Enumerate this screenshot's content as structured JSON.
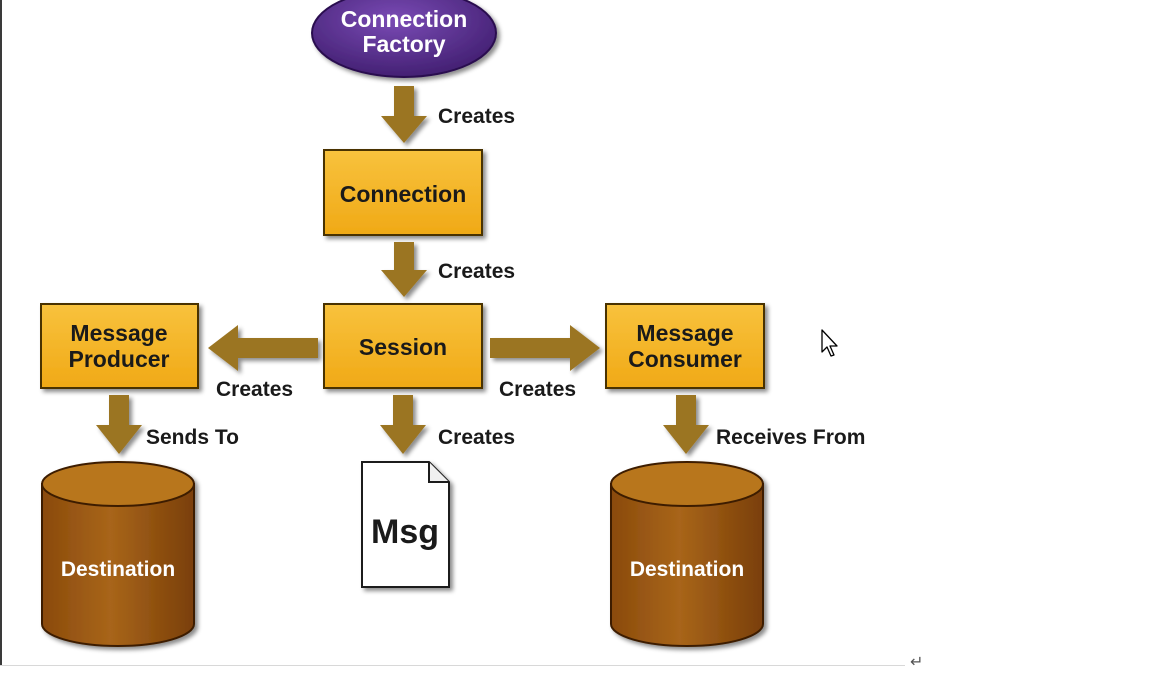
{
  "nodes": {
    "connection_factory": [
      "Connection",
      "Factory"
    ],
    "connection": [
      "Connection"
    ],
    "session": [
      "Session"
    ],
    "message_producer": [
      "Message",
      "Producer"
    ],
    "message_consumer": [
      "Message",
      "Consumer"
    ],
    "message": "Msg",
    "destination_left": "Destination",
    "destination_right": "Destination"
  },
  "edges": {
    "factory_to_connection": "Creates",
    "connection_to_session": "Creates",
    "session_to_producer": "Creates",
    "session_to_consumer": "Creates",
    "session_to_message": "Creates",
    "producer_to_destination": "Sends To",
    "consumer_to_destination": "Receives From"
  },
  "colors": {
    "box_fill": "#f5b526",
    "box_stroke": "#4a3300",
    "arrow": "#9b7422",
    "factory_fill": "#5b2f8f",
    "cylinder_body": "#9c5b12",
    "cylinder_top": "#b8761f",
    "label": "#1a1a1a"
  },
  "cursor_icon": "mouse-pointer-icon",
  "return_icon": "return-arrow-icon"
}
